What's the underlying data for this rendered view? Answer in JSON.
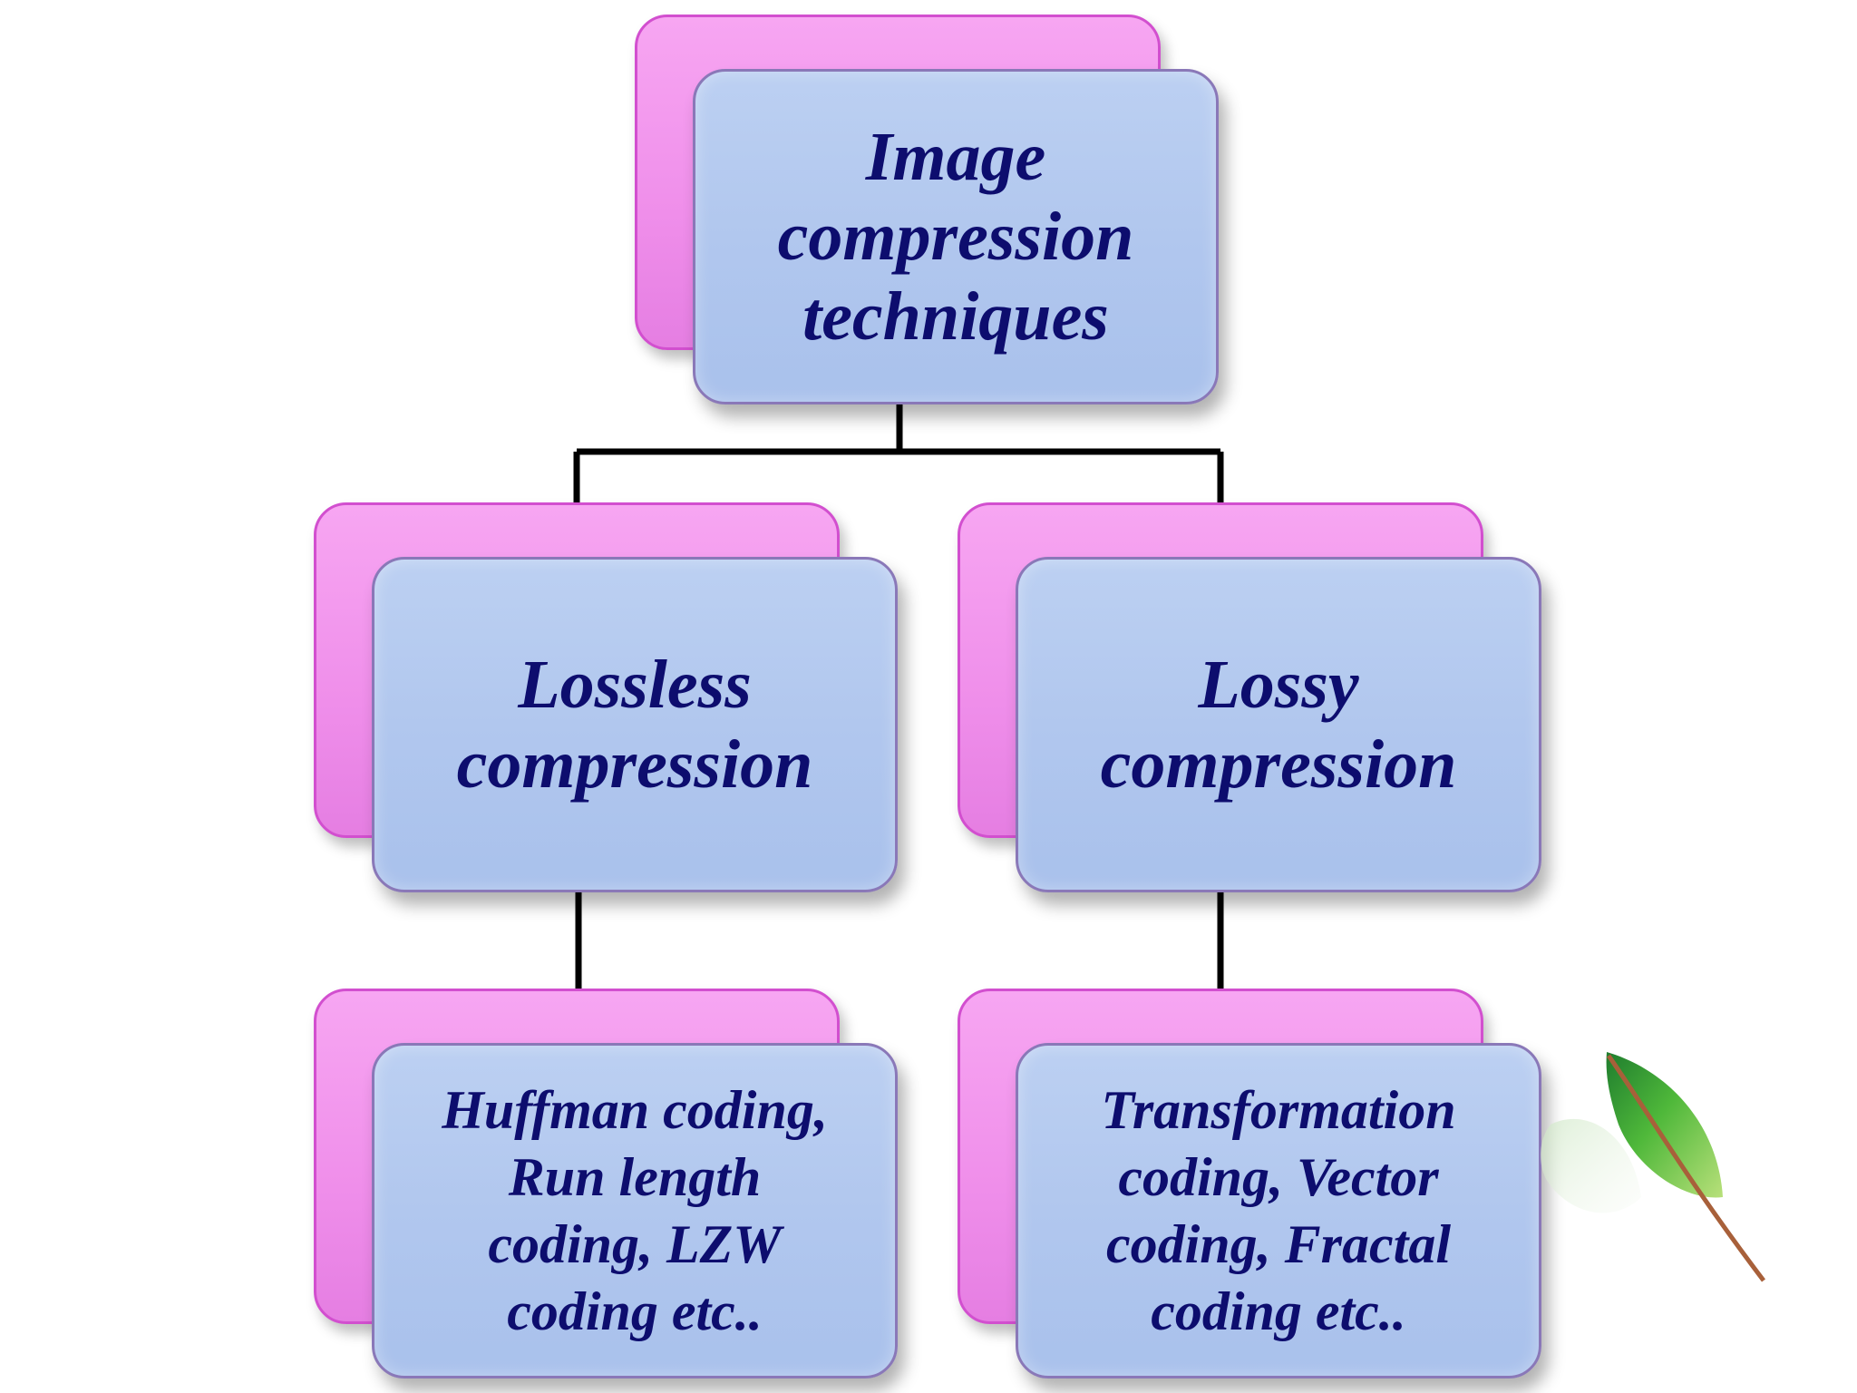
{
  "diagram": {
    "root": {
      "text": "Image\ncompression\ntechniques"
    },
    "lossless": {
      "text": "Lossless\ncompression"
    },
    "lossy": {
      "text": "Lossy\ncompression"
    },
    "lossless_methods": {
      "text": "Huffman coding,\nRun length\ncoding, LZW\ncoding etc.."
    },
    "lossy_methods": {
      "text": "Transformation\ncoding, Vector\ncoding, Fractal\ncoding etc.."
    }
  },
  "colors": {
    "back_box": "#ef8eea",
    "front_box": "#b1c7ee",
    "text": "#0d0d6e",
    "connector": "#000000",
    "leaf_green": "#3aa82a"
  }
}
